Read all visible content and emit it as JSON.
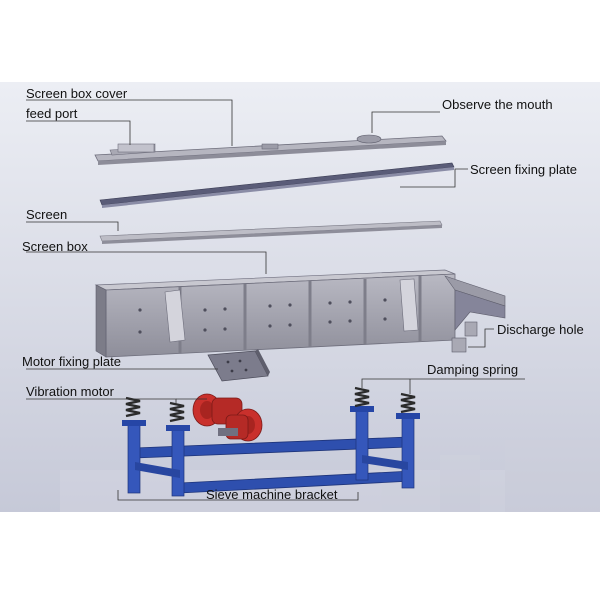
{
  "labels": {
    "screen_box_cover": "Screen box cover",
    "feed_port": "feed port",
    "observe_the_mouth": "Observe the mouth",
    "screen_fixing_plate": "Screen fixing plate",
    "screen": "Screen",
    "screen_box": "Screen box",
    "discharge_hole": "Discharge hole",
    "motor_fixing_plate": "Motor fixing plate",
    "damping_spring": "Damping spring",
    "vibration_motor": "Vibration motor",
    "sieve_machine_bracket": "Sieve machine bracket"
  },
  "colors": {
    "background_top": "#e6e8f0",
    "background_bottom": "#c9ccdb",
    "steel": "#a8a8b4",
    "steel_dark": "#6e6e7c",
    "strip": "#5a5c78",
    "bracket": "#2e4fae",
    "motor": "#c9302c",
    "spring": "#2b2b2b"
  }
}
